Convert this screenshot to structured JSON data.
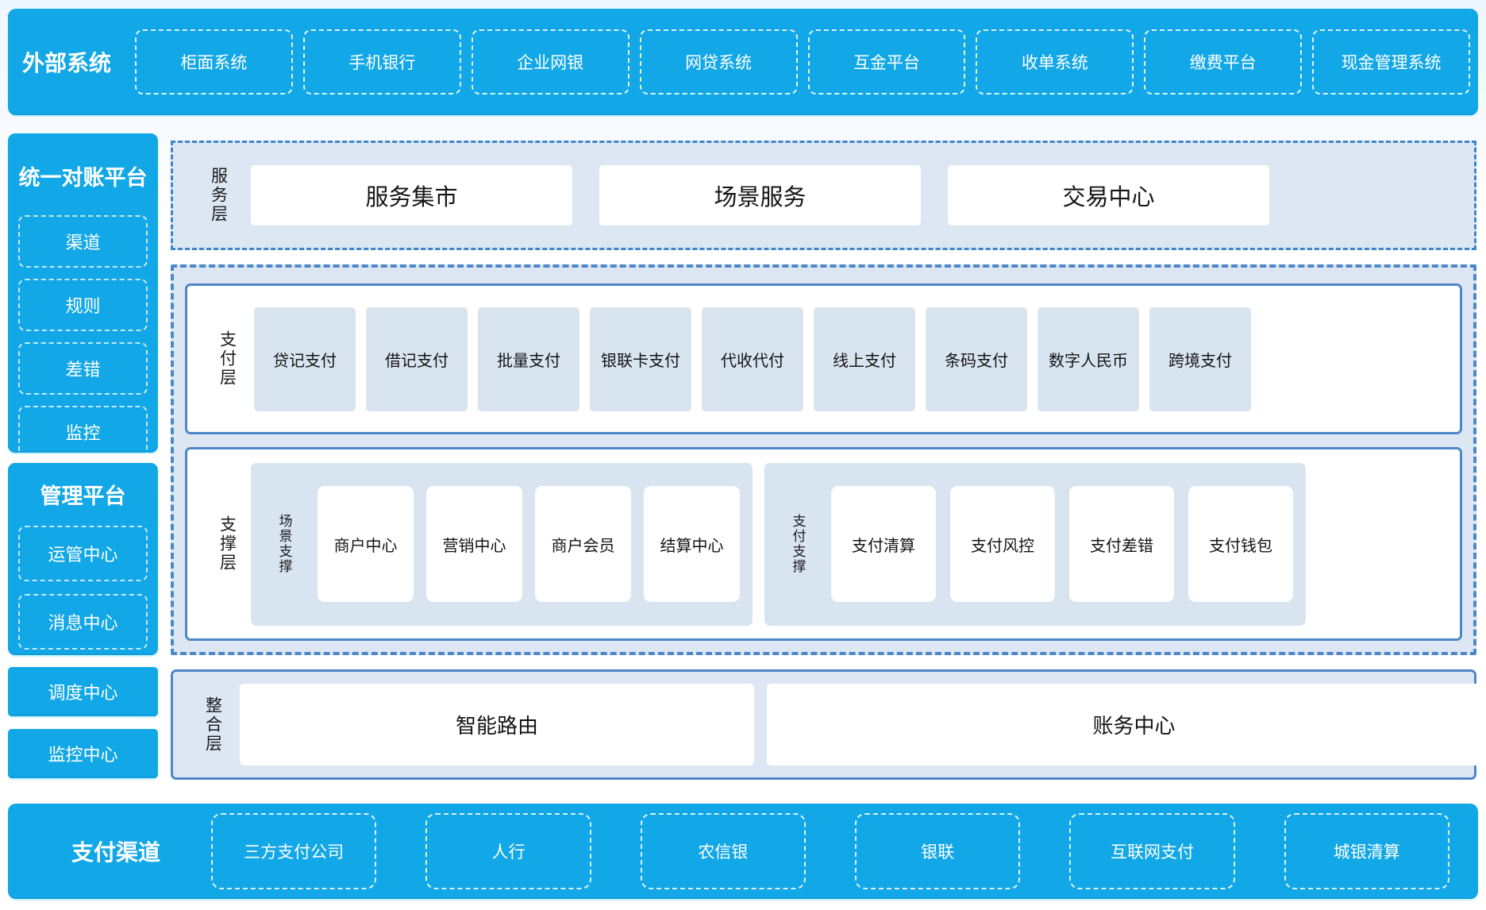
{
  "colors": {
    "accent_blue": "#12a7e6",
    "steel_border": "#4e87c7",
    "panel_bg": "#dde7f4",
    "tile_bg": "#d9e4f1",
    "white_dash": "rgba(255,255,255,0.85)"
  },
  "top_bar": {
    "title": "外部系统",
    "items": [
      "柜面系统",
      "手机银行",
      "企业网银",
      "网贷系统",
      "互金平台",
      "收单系统",
      "缴费平台",
      "现金管理系统"
    ]
  },
  "sidebar": {
    "reconciliation": {
      "title": "统一对账平台",
      "items": [
        "渠道",
        "规则",
        "差错",
        "监控"
      ]
    },
    "management": {
      "title": "管理平台",
      "items": [
        "运管中心",
        "消息中心"
      ]
    },
    "scheduling_center": "调度中心",
    "monitoring_center": "监控中心"
  },
  "service_layer": {
    "label": "服务层",
    "items": [
      "服务集市",
      "场景服务",
      "交易中心"
    ]
  },
  "payment_layer": {
    "label": "支付层",
    "items": [
      "贷记支付",
      "借记支付",
      "批量支付",
      "银联卡支付",
      "代收代付",
      "线上支付",
      "条码支付",
      "数字人民币",
      "跨境支付"
    ]
  },
  "support_layer": {
    "label": "支撑层",
    "groups": [
      {
        "label": "场景支撑",
        "items": [
          "商户中心",
          "营销中心",
          "商户会员",
          "结算中心"
        ]
      },
      {
        "label": "支付支撑",
        "items": [
          "支付清算",
          "支付风控",
          "支付差错",
          "支付钱包"
        ]
      }
    ]
  },
  "integration_layer": {
    "label": "整合层",
    "items": [
      "智能路由",
      "账务中心"
    ]
  },
  "bottom_bar": {
    "title": "支付渠道",
    "items": [
      "三方支付公司",
      "人行",
      "农信银",
      "银联",
      "互联网支付",
      "城银清算"
    ]
  }
}
